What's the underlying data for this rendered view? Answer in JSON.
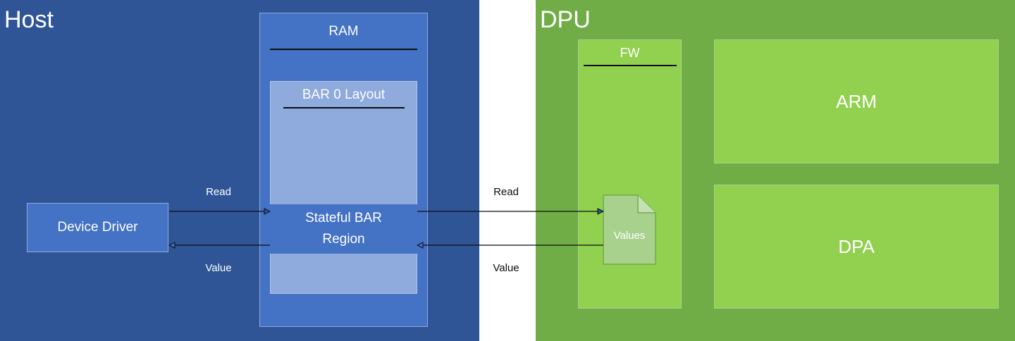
{
  "host": {
    "title": "Host"
  },
  "ram": {
    "title": "RAM"
  },
  "bar0": {
    "title": "BAR 0 Layout",
    "region_line1": "Stateful BAR",
    "region_line2": "Region"
  },
  "driver": {
    "label": "Device Driver"
  },
  "dpu": {
    "title": "DPU"
  },
  "fw": {
    "title": "FW",
    "doc_label": "Values"
  },
  "arm": {
    "label": "ARM"
  },
  "dpa": {
    "label": "DPA"
  },
  "arrows": {
    "host_read": "Read",
    "host_value": "Value",
    "dpu_read": "Read",
    "dpu_value": "Value"
  },
  "colors": {
    "host_bg": "#2f5597",
    "ram_bg": "#4472c4",
    "bar_bg": "#8faadc",
    "dpu_bg": "#70ad47",
    "fw_bg": "#92d050",
    "doc_bg": "#a9d18e"
  }
}
